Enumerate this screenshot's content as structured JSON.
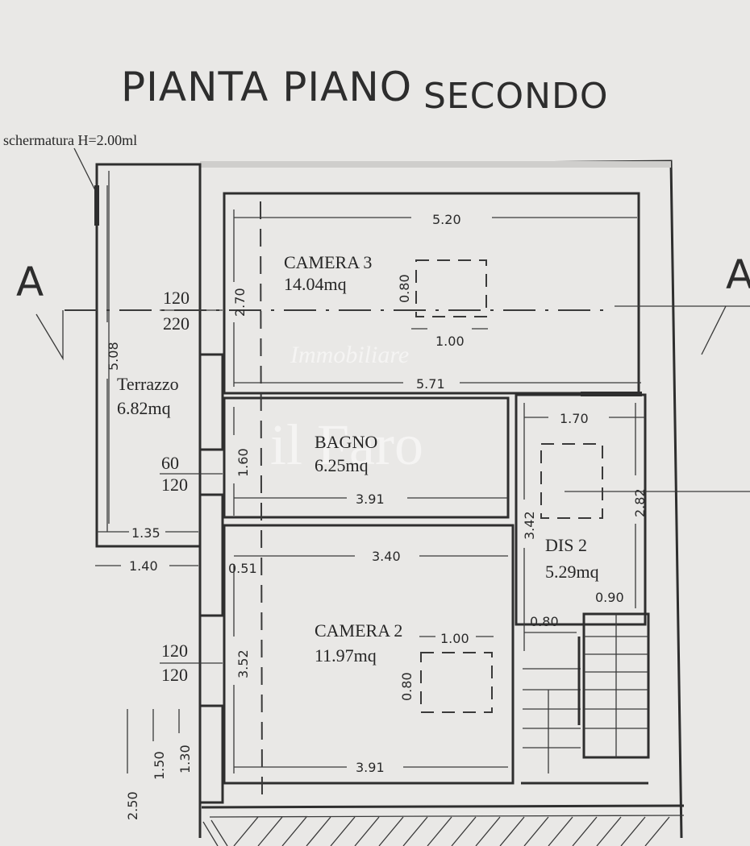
{
  "title_main": "PIANTA PIANO",
  "title_second": "SECONDO",
  "note": "schermatura H=2.00ml",
  "section_marker": "A",
  "watermark": {
    "line1": "Immobiliare",
    "line2": "il Faro"
  },
  "rooms": {
    "camera3": {
      "name": "CAMERA 3",
      "area": "14.04mq"
    },
    "terrazzo": {
      "name": "Terrazzo",
      "area": "6.82mq"
    },
    "bagno": {
      "name": "BAGNO",
      "area": "6.25mq"
    },
    "dis2": {
      "name": "DIS 2",
      "area": "5.29mq"
    },
    "camera2": {
      "name": "CAMERA 2",
      "area": "11.97mq"
    }
  },
  "openings": {
    "w1_top": "120",
    "w1_bot": "220",
    "w2_top": "60",
    "w2_bot": "120",
    "w3_top": "120",
    "w3_bot": "120"
  },
  "dims": {
    "d520": "5.20",
    "d270": "2.70",
    "d080a": "0.80",
    "d100a": "1.00",
    "d508": "5.08",
    "d571": "5.71",
    "d170": "1.70",
    "d160": "1.60",
    "d391a": "3.91",
    "d342": "3.42",
    "d282": "2.82",
    "d135": "1.35",
    "d140": "1.40",
    "d340": "3.40",
    "d051": "0.51",
    "d090": "0.90",
    "d080b": "0.80",
    "d100b": "1.00",
    "d352": "3.52",
    "d080c": "0.80",
    "d391b": "3.91",
    "d250": "2.50",
    "d150": "1.50",
    "d130": "1.30"
  }
}
